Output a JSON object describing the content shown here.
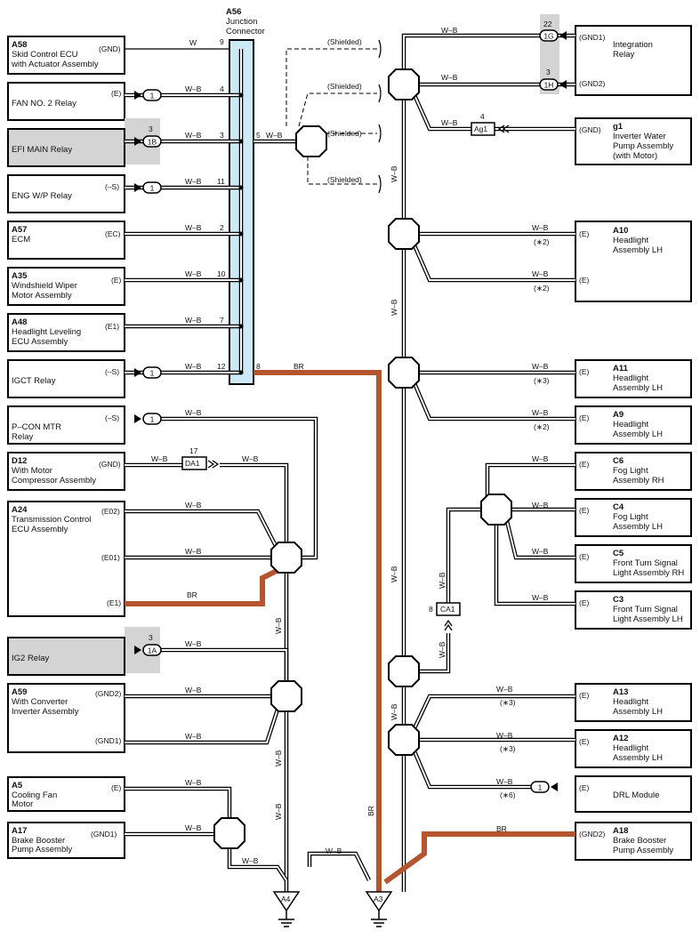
{
  "junction": {
    "code": "A56",
    "name_line1": "Junction",
    "name_line2": "Connector"
  },
  "wire_w": "W",
  "wire_wb": "W–B",
  "wire_br": "BR",
  "shielded": "(Shielded)",
  "components_left": [
    {
      "code": "A58",
      "lines": [
        "Skid Control ECU",
        "with Actuator Assembly"
      ],
      "term": "(GND)",
      "pin": "9",
      "wire": "W",
      "conn": ""
    },
    {
      "code": "",
      "lines": [
        "FAN NO. 2 Relay"
      ],
      "term": "(E)",
      "pin": "4",
      "wire": "W–B",
      "conn": "1"
    },
    {
      "code": "",
      "lines": [
        "EFI MAIN Relay"
      ],
      "term": "",
      "pin": "3",
      "wire": "W–B",
      "conn": "1B",
      "conn_num": "3"
    },
    {
      "code": "",
      "lines": [
        "ENG W/P Relay"
      ],
      "term": "(–S)",
      "pin": "11",
      "wire": "W–B",
      "conn": "1"
    },
    {
      "code": "A57",
      "lines": [
        "ECM"
      ],
      "term": "(EC)",
      "pin": "2",
      "wire": "W–B",
      "conn": ""
    },
    {
      "code": "A35",
      "lines": [
        "Windshield Wiper",
        "Motor Assembly"
      ],
      "term": "(E)",
      "pin": "10",
      "wire": "W–B",
      "conn": ""
    },
    {
      "code": "A48",
      "lines": [
        "Headlight Leveling",
        "ECU Assembly"
      ],
      "term": "(E1)",
      "pin": "7",
      "wire": "W–B",
      "conn": ""
    },
    {
      "code": "",
      "lines": [
        "IGCT Relay"
      ],
      "term": "(–S)",
      "pin": "12",
      "wire": "W–B",
      "conn": "1"
    },
    {
      "code": "",
      "lines": [
        "P–CON MTR",
        "Relay"
      ],
      "term": "(–S)",
      "pin": "",
      "wire": "W–B",
      "conn": "1"
    },
    {
      "code": "D12",
      "lines": [
        "With Motor",
        "Compressor Assembly"
      ],
      "term": "(GND)",
      "pin": "",
      "wire": "W–B",
      "conn": "DA1",
      "conn_num": "17"
    },
    {
      "code": "A24",
      "lines": [
        "Transmission Control",
        "ECU Assembly"
      ],
      "terms": [
        "(E02)",
        "(E01)",
        "(E1)"
      ]
    },
    {
      "code": "",
      "lines": [
        "IG2 Relay"
      ],
      "conn": "1A",
      "conn_num": "3"
    },
    {
      "code": "A59",
      "lines": [
        "With Converter",
        "Inverter Assembly"
      ],
      "terms": [
        "(GND2)",
        "(GND1)"
      ]
    },
    {
      "code": "A5",
      "lines": [
        "Cooling Fan",
        "Motor"
      ],
      "term": "(E)"
    },
    {
      "code": "A17",
      "lines": [
        "Brake Booster",
        "Pump Assembly"
      ],
      "term": "(GND1)"
    }
  ],
  "junction_out_pin": "5",
  "junction_br_pin": "8",
  "components_right": [
    {
      "code": "",
      "lines": [
        "Integration",
        "Relay"
      ],
      "terms": [
        "(GND1)",
        "(GND2)"
      ],
      "conns": [
        "1G",
        "1H"
      ],
      "conn_nums": [
        "22",
        "3"
      ]
    },
    {
      "code": "g1",
      "lines": [
        "Inverter Water",
        "Pump Assembly",
        "(with Motor)"
      ],
      "term": "(GND)",
      "conn": "Ag1",
      "conn_num": "4"
    },
    {
      "code": "A10",
      "lines": [
        "Headlight",
        "Assembly LH"
      ],
      "terms": [
        "(E)",
        "(E)"
      ],
      "notes": [
        "(∗2)",
        "(∗2)"
      ]
    },
    {
      "code": "A11",
      "lines": [
        "Headlight",
        "Assembly LH"
      ],
      "term": "(E)",
      "note": "(∗3)"
    },
    {
      "code": "A9",
      "lines": [
        "Headlight",
        "Assembly LH"
      ],
      "term": "(E)",
      "note": "(∗2)"
    },
    {
      "code": "C6",
      "lines": [
        "Fog Light",
        "Assembly RH"
      ],
      "term": "(E)"
    },
    {
      "code": "C4",
      "lines": [
        "Fog Light",
        "Assembly LH"
      ],
      "term": "(E)"
    },
    {
      "code": "C5",
      "lines": [
        "Front Turn Signal",
        "Light Assembly RH"
      ],
      "term": "(E)"
    },
    {
      "code": "C3",
      "lines": [
        "Front Turn Signal",
        "Light Assembly LH"
      ],
      "term": "(E)"
    },
    {
      "code": "A13",
      "lines": [
        "Headlight",
        "Assembly LH"
      ],
      "term": "(E)",
      "note": "(∗3)"
    },
    {
      "code": "A12",
      "lines": [
        "Headlight",
        "Assembly LH"
      ],
      "term": "(E)",
      "note": "(∗3)"
    },
    {
      "code": "",
      "lines": [
        "DRL Module"
      ],
      "term": "(E)",
      "conn": "1",
      "note": "(∗6)"
    },
    {
      "code": "A18",
      "lines": [
        "Brake Booster",
        "Pump Assembly"
      ],
      "term": "(GND2)"
    }
  ],
  "ca1": {
    "label": "CA1",
    "num": "8"
  },
  "grounds": [
    "A4",
    "A3"
  ]
}
